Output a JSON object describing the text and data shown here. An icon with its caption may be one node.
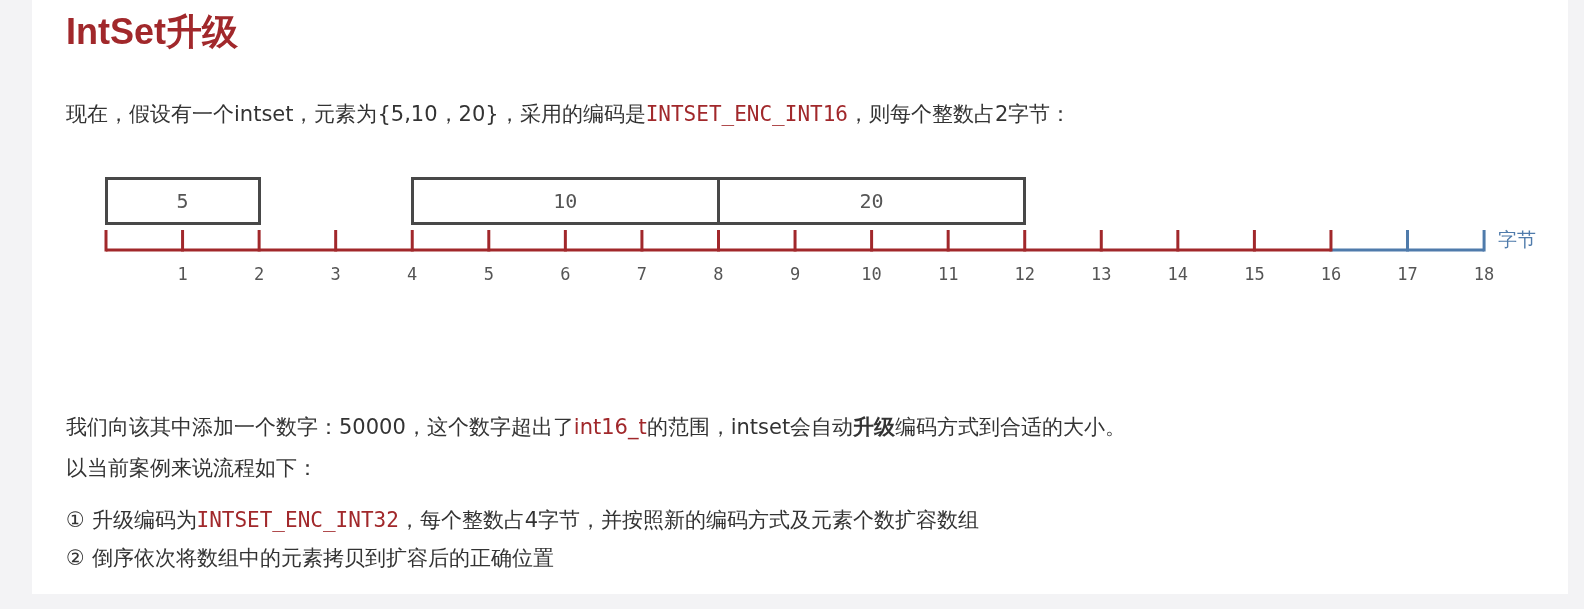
{
  "diagram": {
    "title": "IntSet升级",
    "nodes": [
      {
        "text": [
          "5"
        ]
      },
      {
        "text": [
          "10"
        ]
      },
      {
        "text": [
          "20"
        ]
      }
    ],
    "labels": [
      "现在，假设有一个intset，元素为{5,10，20}，采用的编码是INTSET_ENC_INT16，则每个整数占2字节：",
      "字节",
      "1",
      "2",
      "3",
      "4",
      "5",
      "6",
      "7",
      "8",
      "9",
      "10",
      "11",
      "12",
      "13",
      "14",
      "15",
      "16",
      "17",
      "18",
      "我们向该其中添加一个数字：50000，这个数字超出了int16_t的范围，intset会自动**升级**编码方式到合适的大小。",
      "以当前案例来说流程如下：",
      "① 升级编码为INTSET_ENC_INT32，每个整数占4字节，并按照新的编码方式及元素个数扩容数组",
      "② 倒序依次将数组中的元素拷贝到扩容后的正确位置"
    ]
  }
}
